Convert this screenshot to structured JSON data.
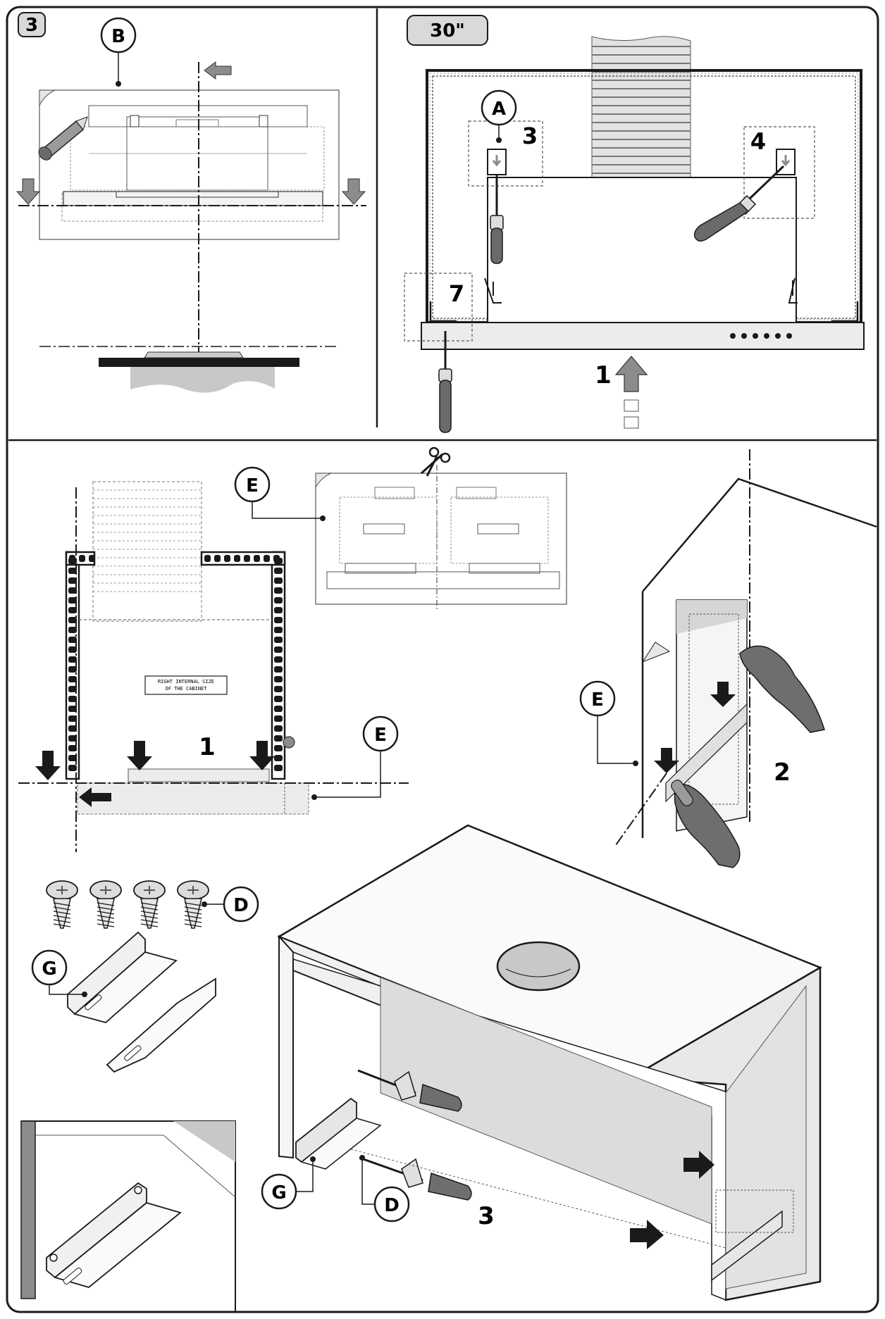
{
  "panel_top_left": {
    "badge": "3",
    "label_b": "B"
  },
  "panel_top_right": {
    "size_badge": "30\"",
    "label_a": "A",
    "step_3": "3",
    "step_4": "4",
    "step_7": "7",
    "step_1": "1"
  },
  "panel_bottom": {
    "label_e_template": "E",
    "label_e_left": "E",
    "label_e_wall": "E",
    "label_d_screws": "D",
    "label_g_brackets": "G",
    "label_g_cabinet": "G",
    "label_d_cabinet": "D",
    "step_1": "1",
    "step_2": "2",
    "step_3": "3",
    "cabinet_note_line1": "RIGHT INTERNAL SIZE",
    "cabinet_note_line2": "OF THE CABINET"
  },
  "colors": {
    "line": "#1a1a1a",
    "arrow_gray": "#8c8c8c",
    "fill_light": "#ececec",
    "fill_mid": "#d6d6d6",
    "hand_gray": "#6e6e6e"
  }
}
